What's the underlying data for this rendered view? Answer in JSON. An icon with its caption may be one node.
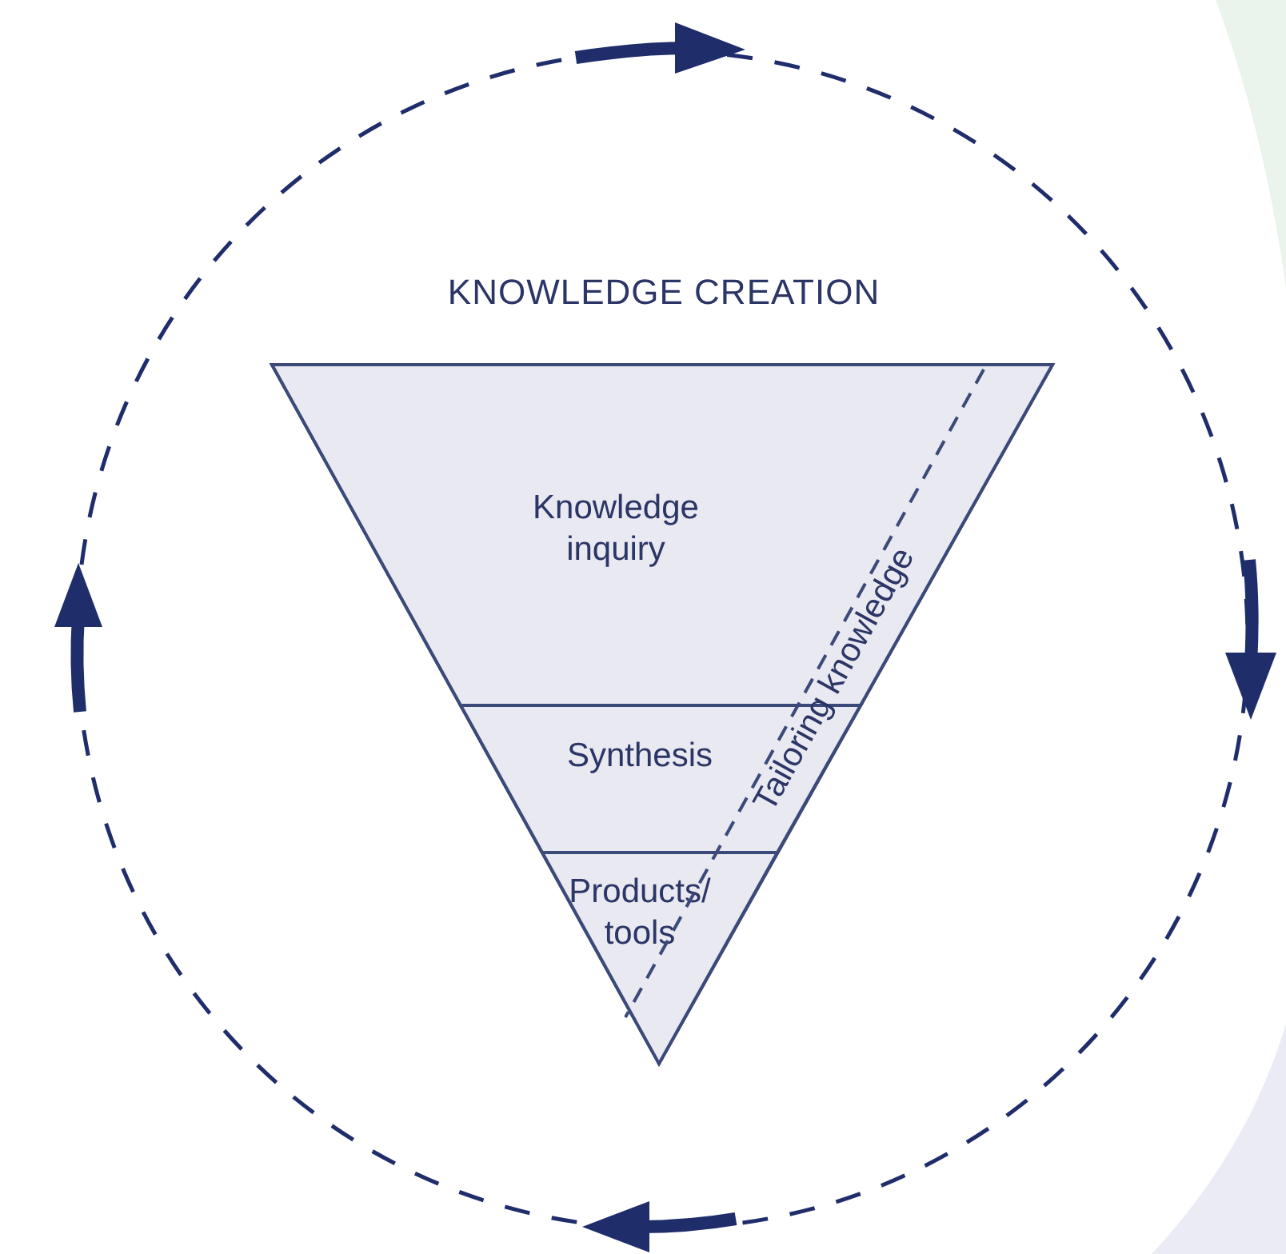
{
  "diagram": {
    "nodes": [
      {
        "text": [
          "KNOWLEDGE CREATION"
        ]
      },
      {
        "text": [
          "Knowledge inquiry"
        ],
        "in": 0
      },
      {
        "text": [
          "Synthesis"
        ],
        "in": 0
      },
      {
        "text": [
          "Products/ tools"
        ],
        "in": 0
      }
    ],
    "labels": [
      "Tailoring knowledge"
    ]
  }
}
